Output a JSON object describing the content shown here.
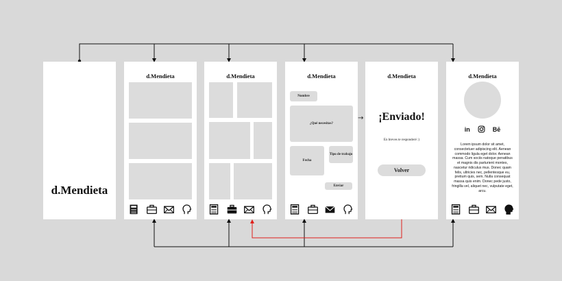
{
  "brand": "d.Mendieta",
  "splash": {
    "brand": "d.Mendieta"
  },
  "form": {
    "nombre": "Nombre",
    "necesitas": "¿Qué necesitas?",
    "fecha": "Fecha",
    "tipo": "Tipo de trabajo",
    "enviar": "Enviar"
  },
  "confirm": {
    "title": "¡Enviado!",
    "subtitle": "En breves te responderé :)",
    "button": "Volver"
  },
  "profile": {
    "social": [
      "in",
      "instagram",
      "Bē"
    ],
    "social_labels": {
      "linkedin": "in",
      "behance": "Bē"
    },
    "bio": "Lorem ipsum dolor sit amet, consectetuer adipiscing elit. Aenean commodo ligula eget dolor. Aenean massa. Cum sociis natoque penatibus et magnis dis parturient montes, nascetur ridiculus mus. Donec quam felis, ultricies nec, pellentesque eu, pretium quis, sem. Nulla consequat massa quis enim. Donec pede justo, fringilla vel, aliquet nec, vulputate eget, arcu."
  },
  "nav_icons": [
    "newspaper-icon",
    "briefcase-icon",
    "envelope-icon",
    "head-icon"
  ],
  "colors": {
    "background": "#d9d9d9",
    "screen": "#ffffff",
    "placeholder": "#dcdcdc",
    "wire": "#111111",
    "highlight-wire": "#e0201b"
  }
}
